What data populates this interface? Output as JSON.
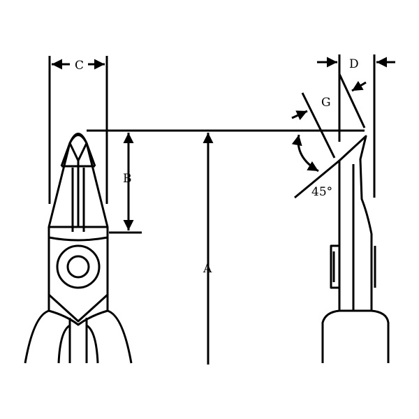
{
  "labels": {
    "a": "A",
    "b": "B",
    "c": "C",
    "d": "D",
    "g": "G",
    "angle": "45°"
  },
  "colors": {
    "line": "#000000",
    "background": "#ffffff"
  }
}
